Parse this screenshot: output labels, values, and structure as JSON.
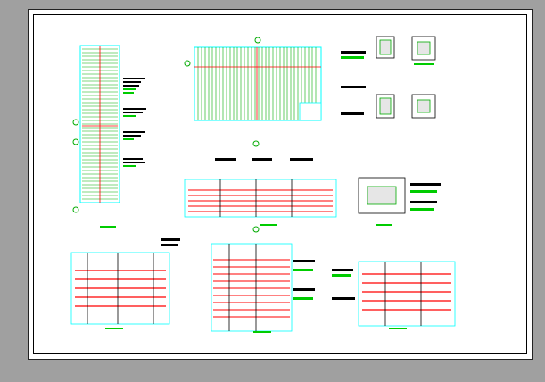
{
  "app": {
    "title": ""
  },
  "colors": {
    "background": "#a0a0a0",
    "paper": "#ffffff",
    "frame": "#000000",
    "primary_line": "#ff0000",
    "secondary_line": "#00cc00",
    "tertiary_line": "#00ccff",
    "accent": "#ffff00",
    "dim": "#ff00ff"
  },
  "drawing": {
    "sheet_count": 1,
    "views": [
      {
        "name": "plan-tall-left"
      },
      {
        "name": "plan-top-center"
      },
      {
        "name": "detail-top-right-a"
      },
      {
        "name": "detail-top-right-b"
      },
      {
        "name": "detail-mid-right-a"
      },
      {
        "name": "detail-mid-right-b"
      },
      {
        "name": "elevation-center"
      },
      {
        "name": "section-right-small"
      },
      {
        "name": "elevation-bottom-left"
      },
      {
        "name": "elevation-bottom-center"
      },
      {
        "name": "elevation-bottom-right"
      }
    ]
  }
}
